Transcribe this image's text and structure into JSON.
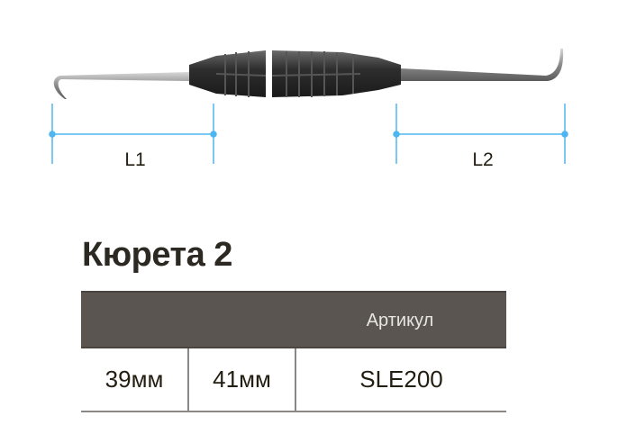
{
  "diagram": {
    "dimension_labels": {
      "left": "L1",
      "right": "L2"
    },
    "dimension_color": "#4db6f0"
  },
  "title": "Кюрета 2",
  "table": {
    "header": {
      "article_label": "Артикул"
    },
    "rows": [
      {
        "l1": "39мм",
        "l2": "41мм",
        "article": "SLE200"
      }
    ]
  }
}
